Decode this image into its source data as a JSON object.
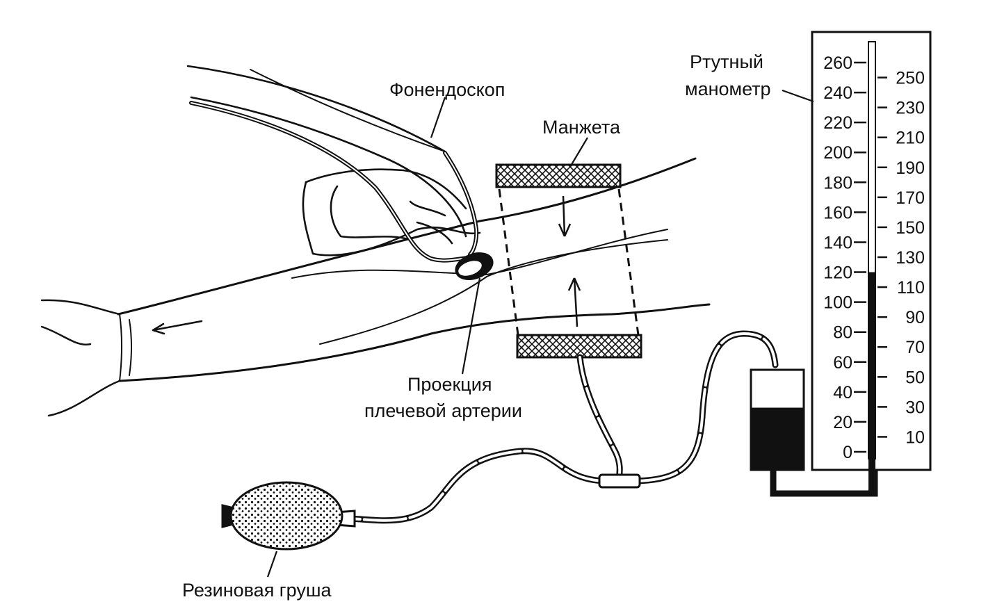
{
  "labels": {
    "stethoscope": "Фонендоскоп",
    "cuff": "Манжета",
    "manometer_line1": "Ртутный",
    "manometer_line2": "манометр",
    "artery_line1": "Проекция",
    "artery_line2": "плечевой артерии",
    "bulb": "Резиновая груша"
  },
  "manometer": {
    "left_scale": [
      "260",
      "240",
      "220",
      "200",
      "180",
      "160",
      "140",
      "120",
      "100",
      "80",
      "60",
      "40",
      "20",
      "0"
    ],
    "right_scale": [
      "250",
      "230",
      "210",
      "190",
      "170",
      "150",
      "130",
      "110",
      "90",
      "70",
      "50",
      "30",
      "10"
    ],
    "mercury_level": 120
  },
  "colors": {
    "ink": "#111111",
    "paper": "#ffffff"
  }
}
